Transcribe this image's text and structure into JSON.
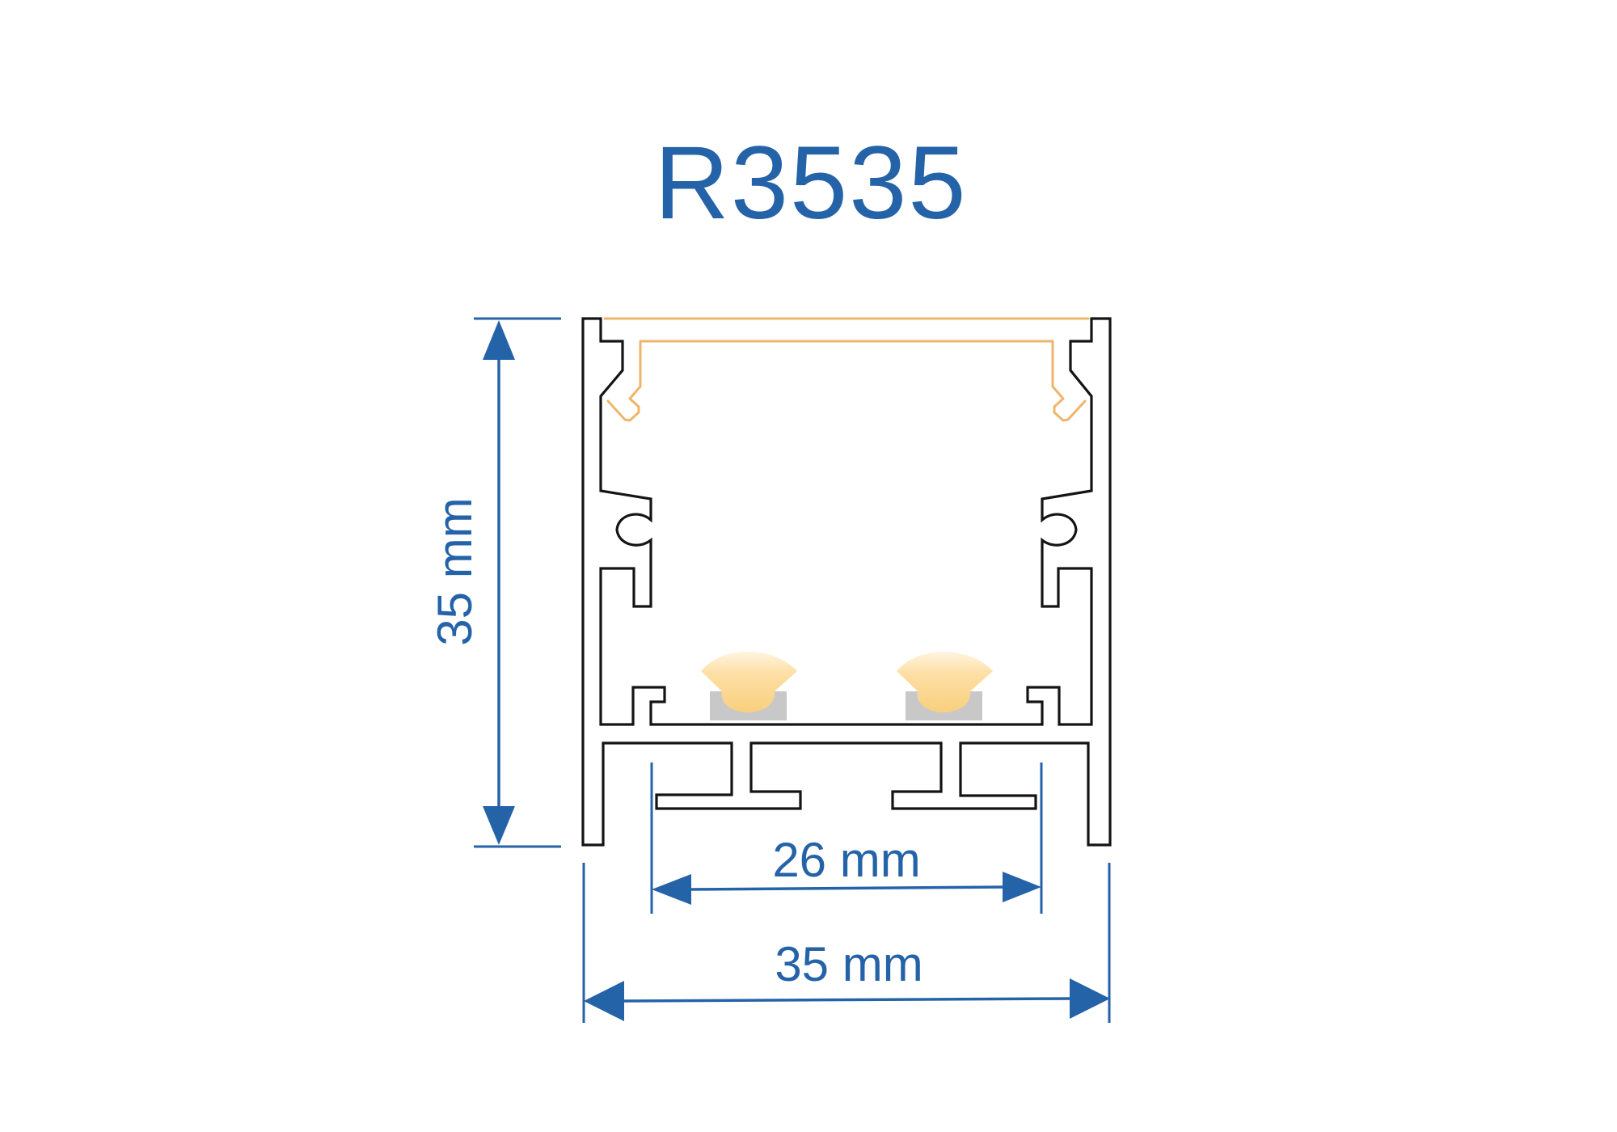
{
  "title": "R3535",
  "colors": {
    "accent": "#2563a8",
    "profile_outline": "#141414",
    "diffuser": "#efb56c",
    "led_glow": "#fbd58c",
    "led_chip": "#c8c8c8"
  },
  "dimensions": {
    "height": {
      "label": "35 mm",
      "value_mm": 35,
      "orientation": "vertical"
    },
    "inner_width": {
      "label": "26 mm",
      "value_mm": 26,
      "orientation": "horizontal"
    },
    "outer_width": {
      "label": "35 mm",
      "value_mm": 35,
      "orientation": "horizontal"
    }
  },
  "components": {
    "profile": "aluminium-profile",
    "diffuser": "diffuser-cover",
    "led_count": 2,
    "icons": [
      "led-chip-icon",
      "led-chip-icon"
    ]
  }
}
